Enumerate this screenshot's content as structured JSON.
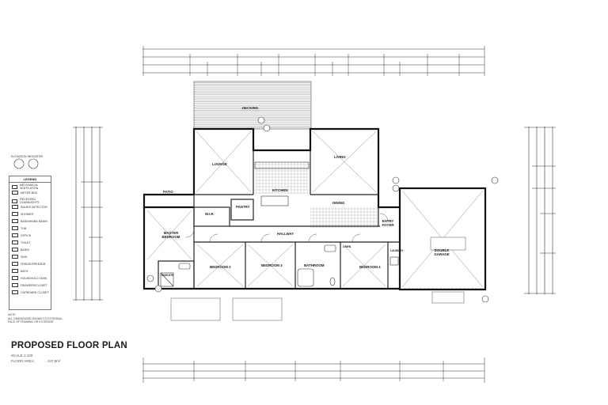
{
  "plan": {
    "title": "PROPOSED FLOOR PLAN",
    "scale": "SCALE 1:100",
    "floor_area_label": "FLOOR AREA:",
    "floor_area_value": "247.8m²"
  },
  "rooms": {
    "decking": "DECKING",
    "lounge": "LOUNGE",
    "living": "LIVING",
    "patio": "PATIO",
    "wir": "W.I.R",
    "pantry": "PANTRY",
    "kitchen": "KITCHEN",
    "dining": "DINING",
    "entry_foyer": "ENTRY FOYER",
    "master_bedroom": "MASTER BEDROOM",
    "hallway": "HALLWAY",
    "bedroom_2": "BEDROOM 2",
    "bedroom_3": "BEDROOM 3",
    "bathroom": "BATHROOM",
    "bedroom_4": "BEDROOM 4",
    "laundry": "LAUNDRY",
    "ensuite": "ENSUITE",
    "double_garage": "DOUBLE GARAGE",
    "linen": "LINEN"
  },
  "legend": {
    "title": "LEGEND",
    "items": [
      "MECHANICAL VENTILATION",
      "METER BOX",
      "RECESSED DOWNLIGHTS",
      "SMOKE DETECTOR",
      "SHOWER",
      "BASIN/HAND BASIN",
      "TUB",
      "OFFICE",
      "TOILET",
      "BASIN",
      "SINK",
      "FRIDGE/FREEZER",
      "BATH",
      "HOUSEHOLD TANK",
      "DRAWERS/CLOSET",
      "CUPBOARD CLOSET"
    ]
  },
  "elevation_indicator": "ELEVATION INDICATOR",
  "notes": {
    "heading": "NOTE",
    "lines": [
      "ALL DIMENSIONS SHOWN TO EXTERNAL",
      "FACE OF FRAMING OR EXTERIOR"
    ]
  }
}
